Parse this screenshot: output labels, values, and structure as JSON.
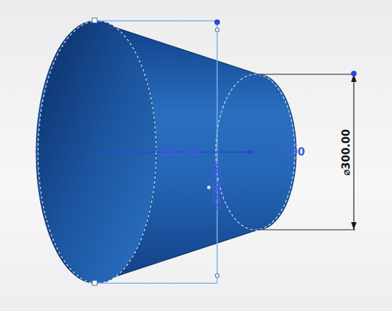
{
  "diagram": {
    "labels": [
      "350.00",
      "1.00",
      "⌀500.00",
      "⌀300.00"
    ]
  }
}
